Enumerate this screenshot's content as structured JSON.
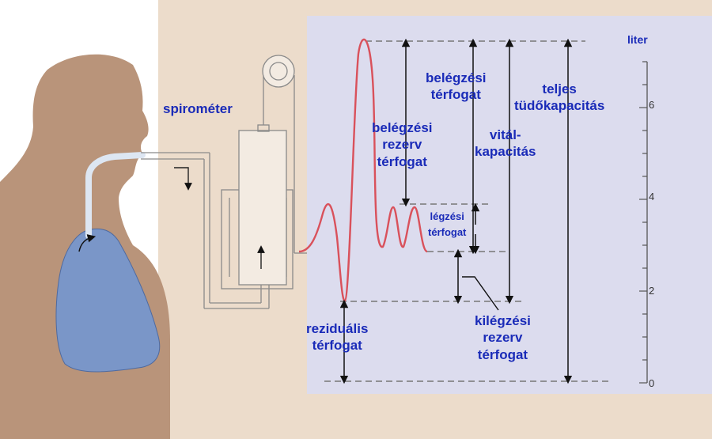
{
  "labels": {
    "spirometer": "spirométer",
    "inspiratory_volume": [
      "belégzési",
      "térfogat"
    ],
    "inspiratory_reserve": [
      "belégzési",
      "rezerv",
      "térfogat"
    ],
    "vital_capacity": [
      "vitál-",
      "kapacitás"
    ],
    "total_lung_capacity": [
      "teljes",
      "tüdőkapacitás"
    ],
    "tidal_volume": [
      "légzési",
      "térfogat"
    ],
    "residual_volume": [
      "reziduális",
      "térfogat"
    ],
    "expiratory_reserve": [
      "kilégzési",
      "rezerv",
      "térfogat"
    ]
  },
  "axis": {
    "unit": "liter",
    "ticks": [
      "0",
      "2",
      "4",
      "6"
    ]
  },
  "colors": {
    "background_panel": "#ecdccb",
    "chart_panel": "#dcdcee",
    "lung": "#7a96c8",
    "skin": "#b9947a",
    "curve": "#d9515b",
    "label": "#1a2bb8"
  }
}
